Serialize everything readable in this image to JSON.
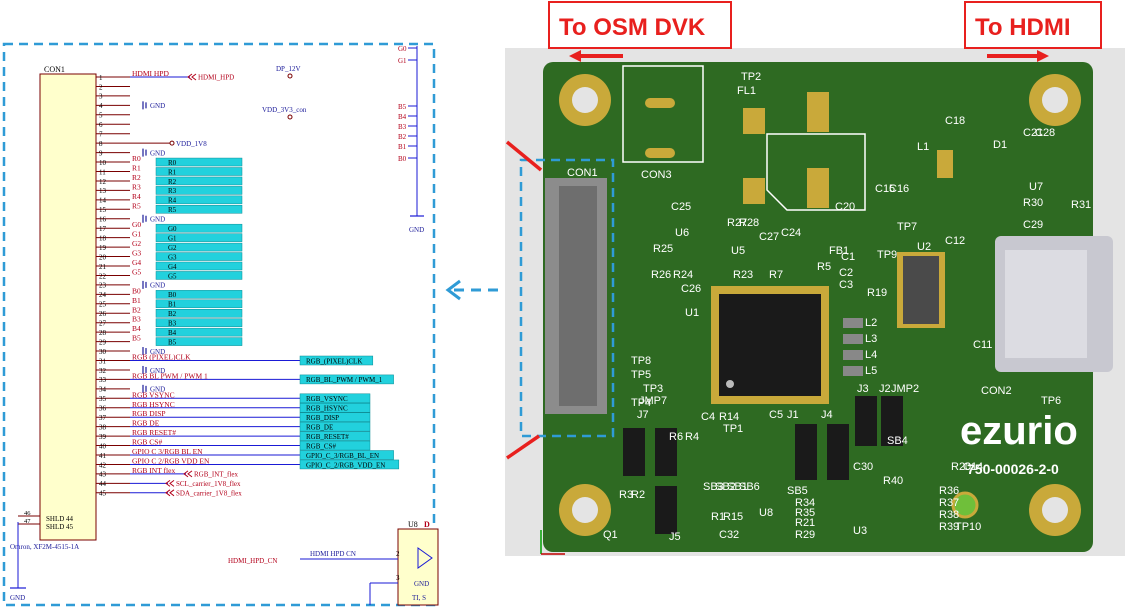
{
  "schematic": {
    "connector_ref": "CON1",
    "connector_part": "Omron, XF2M-4515-1A",
    "pins": [
      {
        "num": "1",
        "net": "HDMI HPD",
        "label": "HDMI_HPD",
        "label_type": "offpage"
      },
      {
        "num": "2",
        "net": "",
        "label": "",
        "label_type": ""
      },
      {
        "num": "3",
        "net": "",
        "label": "",
        "label_type": ""
      },
      {
        "num": "4",
        "net": "",
        "label": "",
        "label_type": "gnd"
      },
      {
        "num": "5",
        "net": "",
        "label": "",
        "label_type": ""
      },
      {
        "num": "6",
        "net": "",
        "label": "",
        "label_type": ""
      },
      {
        "num": "7",
        "net": "",
        "label": "",
        "label_type": ""
      },
      {
        "num": "8",
        "net": "",
        "label": "VDD_1V8",
        "label_type": "power"
      },
      {
        "num": "9",
        "net": "",
        "label": "",
        "label_type": "gnd"
      },
      {
        "num": "10",
        "net": "R0",
        "label": "R0",
        "label_type": "bus"
      },
      {
        "num": "11",
        "net": "R1",
        "label": "R1",
        "label_type": "bus"
      },
      {
        "num": "12",
        "net": "R2",
        "label": "R2",
        "label_type": "bus"
      },
      {
        "num": "13",
        "net": "R3",
        "label": "R3",
        "label_type": "bus"
      },
      {
        "num": "14",
        "net": "R4",
        "label": "R4",
        "label_type": "bus"
      },
      {
        "num": "15",
        "net": "R5",
        "label": "R5",
        "label_type": "bus"
      },
      {
        "num": "16",
        "net": "",
        "label": "",
        "label_type": "gnd"
      },
      {
        "num": "17",
        "net": "G0",
        "label": "G0",
        "label_type": "bus"
      },
      {
        "num": "18",
        "net": "G1",
        "label": "G1",
        "label_type": "bus"
      },
      {
        "num": "19",
        "net": "G2",
        "label": "G2",
        "label_type": "bus"
      },
      {
        "num": "20",
        "net": "G3",
        "label": "G3",
        "label_type": "bus"
      },
      {
        "num": "21",
        "net": "G4",
        "label": "G4",
        "label_type": "bus"
      },
      {
        "num": "22",
        "net": "G5",
        "label": "G5",
        "label_type": "bus"
      },
      {
        "num": "23",
        "net": "",
        "label": "",
        "label_type": "gnd"
      },
      {
        "num": "24",
        "net": "B0",
        "label": "B0",
        "label_type": "bus"
      },
      {
        "num": "25",
        "net": "B1",
        "label": "B1",
        "label_type": "bus"
      },
      {
        "num": "26",
        "net": "B2",
        "label": "B2",
        "label_type": "bus"
      },
      {
        "num": "27",
        "net": "B3",
        "label": "B3",
        "label_type": "bus"
      },
      {
        "num": "28",
        "net": "B4",
        "label": "B4",
        "label_type": "bus"
      },
      {
        "num": "29",
        "net": "B5",
        "label": "B5",
        "label_type": "bus"
      },
      {
        "num": "30",
        "net": "",
        "label": "",
        "label_type": "gnd"
      },
      {
        "num": "31",
        "net": "RGB (PIXEL)CLK",
        "label": "RGB_(PIXEL)CLK",
        "label_type": "port"
      },
      {
        "num": "32",
        "net": "",
        "label": "",
        "label_type": "gnd"
      },
      {
        "num": "33",
        "net": "RGB BL PWM / PWM 1",
        "label": "RGB_BL_PWM / PWM_1",
        "label_type": "port"
      },
      {
        "num": "34",
        "net": "",
        "label": "",
        "label_type": "gnd"
      },
      {
        "num": "35",
        "net": "RGB VSYNC",
        "label": "RGB_VSYNC",
        "label_type": "port"
      },
      {
        "num": "36",
        "net": "RGB HSYNC",
        "label": "RGB_HSYNC",
        "label_type": "port"
      },
      {
        "num": "37",
        "net": "RGB DISP",
        "label": "RGB_DISP",
        "label_type": "port"
      },
      {
        "num": "38",
        "net": "RGB DE",
        "label": "RGB_DE",
        "label_type": "port"
      },
      {
        "num": "39",
        "net": "RGB RESET#",
        "label": "RGB_RESET#",
        "label_type": "port"
      },
      {
        "num": "40",
        "net": "RGB CS#",
        "label": "RGB_CS#",
        "label_type": "port"
      },
      {
        "num": "41",
        "net": "GPIO C 3/RGB BL EN",
        "label": "GPIO_C_3/RGB_BL_EN",
        "label_type": "port"
      },
      {
        "num": "42",
        "net": "GPIO C 2/RGB VDD EN",
        "label": "GPIO_C_2/RGB_VDD_EN",
        "label_type": "port"
      },
      {
        "num": "43",
        "net": "RGB INT flex",
        "label": "RGB_INT_flex",
        "label_type": "offpage"
      },
      {
        "num": "44",
        "net": "",
        "label": "SCL_carrier_1V8_flex",
        "label_type": "offpage"
      },
      {
        "num": "45",
        "net": "",
        "label": "SDA_carrier_1V8_flex",
        "label_type": "offpage"
      }
    ],
    "shield_pins": [
      {
        "num": "46",
        "name": "SHLD 44"
      },
      {
        "num": "47",
        "name": "SHLD 45"
      }
    ],
    "gnd_label": "GND",
    "power_dp": "DP_12V",
    "power_vdd3v3": "VDD_3V3_con",
    "right_labels": [
      "G0",
      "G1",
      "B5",
      "B4",
      "B3",
      "B2",
      "B1",
      "B0"
    ],
    "u8_ref": "U8",
    "u8_d": "D",
    "hpd_in": "HDMI_HPD_CN",
    "hpd_net": "HDMI HPD CN",
    "u8_pin2": "2",
    "u8_pin3": "3",
    "u8_gnd": "GND",
    "u8_ti": "TI, S"
  },
  "pcb": {
    "top_left_callout": "To OSM DVK",
    "top_right_callout": "To HDMI",
    "pin_first": "1",
    "pin_last": "45",
    "brand": "ezurio",
    "part_number": "750-00026-2-0",
    "refs": [
      "TP2",
      "FL1",
      "CON3",
      "C20",
      "C18",
      "L1",
      "D1",
      "C21",
      "C28",
      "U7",
      "C15",
      "C16",
      "R30",
      "R31",
      "C29",
      "CON1",
      "C25",
      "U6",
      "R27",
      "R28",
      "C27",
      "C24",
      "TP7",
      "U2",
      "C12",
      "R25",
      "U5",
      "FB1",
      "C1",
      "C2",
      "C3",
      "R5",
      "TP9",
      "R26",
      "R24",
      "R23",
      "R7",
      "C26",
      "R19",
      "U1",
      "C11",
      "L2",
      "L3",
      "L4",
      "L5",
      "CON2",
      "TP8",
      "TP5",
      "TP3",
      "TP4",
      "J3",
      "J2",
      "JMP2",
      "JMP7",
      "J7",
      "C4",
      "R14",
      "C5",
      "J1",
      "J4",
      "SB4",
      "TP1",
      "R6",
      "R4",
      "R20",
      "C14",
      "C30",
      "R40",
      "R36",
      "R37",
      "R38",
      "R39",
      "R3",
      "R2",
      "SB3",
      "SB2",
      "SB1",
      "SB6",
      "R1",
      "R15",
      "SB5",
      "R34",
      "R35",
      "R21",
      "R29",
      "U3",
      "Q1",
      "J5",
      "C32",
      "U8",
      "TP6",
      "TP10"
    ]
  },
  "colors": {
    "callout_red": "#e8201e",
    "dash_blue": "#2f9bd6",
    "pcb_green": "#2e6a22",
    "silk": "#ffffff",
    "pad_gold": "#c9a93a",
    "bus_cyan": "#22d1dd",
    "wire_red": "#b3001a",
    "wire_blue": "#1a1ad6"
  }
}
